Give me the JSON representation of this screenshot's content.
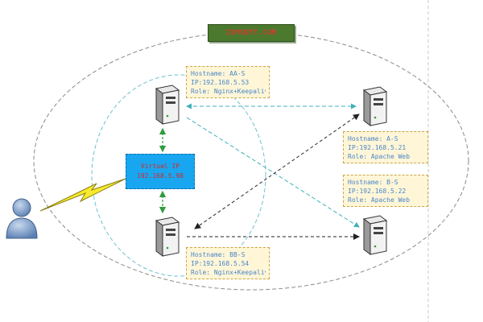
{
  "title": "IXMSOFT.COM",
  "virtual_ip": {
    "label": "Virtual IP",
    "address": "192.168.5.98"
  },
  "servers": {
    "aa": {
      "hostname": "Hostname: AA-S",
      "ip": "IP:192.168.5.53",
      "role": "Role: Nginx+Keepalived"
    },
    "a": {
      "hostname": "Hostname: A-S",
      "ip": "IP:192.168.5.21",
      "role": "Role: Apache Web"
    },
    "b": {
      "hostname": "Hostname: B-S",
      "ip": "IP:192.168.5.22",
      "role": "Role: Apache Web"
    },
    "bb": {
      "hostname": "Hostname: BB-S",
      "ip": "IP:192.168.5.54",
      "role": "Role: Nginx+Keepalived"
    }
  },
  "icons": {
    "server": "server-icon",
    "user": "user-icon",
    "connection": "lightning-bolt-icon"
  },
  "colors": {
    "banner_bg": "#4b7a2e",
    "banner_text": "#d33a2c",
    "vip_bg": "#19a6f0",
    "vip_text": "#d32a2a",
    "info_bg": "#fff6d8",
    "info_text": "#4a86c8",
    "cluster_link": "#3fb0b8",
    "client_link": "#222222",
    "heartbeat": "#2e9d3a"
  }
}
